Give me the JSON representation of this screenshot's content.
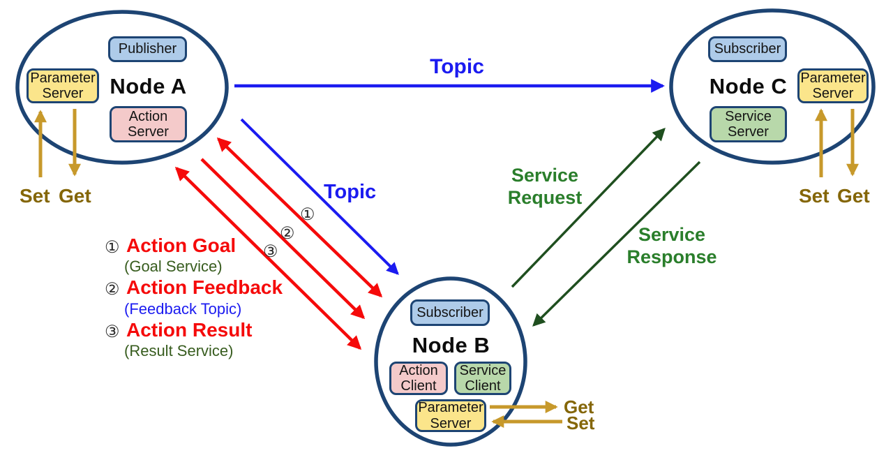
{
  "colors": {
    "node_border": "#1d4473",
    "topic_blue": "#1b1bf0",
    "action_red": "#f50a0a",
    "service_text_green": "#2a7e2b",
    "service_arrow_green": "#1f4f1f",
    "param_arrow_gold": "#c7992b",
    "param_text_gold": "#846608",
    "box_blue": "#aecbe9",
    "box_pink": "#f4caca",
    "box_green": "#b8d8aa",
    "box_yellow": "#fbe58b"
  },
  "nodes": {
    "a": {
      "title": "Node A",
      "publisher": "Publisher",
      "action_server": "Action\nServer",
      "parameter_server": "Parameter\nServer"
    },
    "b": {
      "title": "Node B",
      "subscriber": "Subscriber",
      "action_client": "Action\nClient",
      "service_client": "Service\nClient",
      "parameter_server": "Parameter\nServer"
    },
    "c": {
      "title": "Node C",
      "subscriber": "Subscriber",
      "service_server": "Service\nServer",
      "parameter_server": "Parameter\nServer"
    }
  },
  "arrows": {
    "topic_main": "Topic",
    "topic_diagonal": "Topic",
    "service_request": "Service\nRequest",
    "service_response": "Service\nResponse",
    "marker_1": "①",
    "marker_2": "②",
    "marker_3": "③"
  },
  "param_labels": {
    "set": "Set",
    "get": "Get"
  },
  "legend": {
    "items": [
      {
        "num": "①",
        "title": "Action Goal",
        "sub": "(Goal Service)"
      },
      {
        "num": "②",
        "title": "Action Feedback",
        "sub": "(Feedback Topic)"
      },
      {
        "num": "③",
        "title": "Action Result",
        "sub": "(Result Service)"
      }
    ]
  }
}
